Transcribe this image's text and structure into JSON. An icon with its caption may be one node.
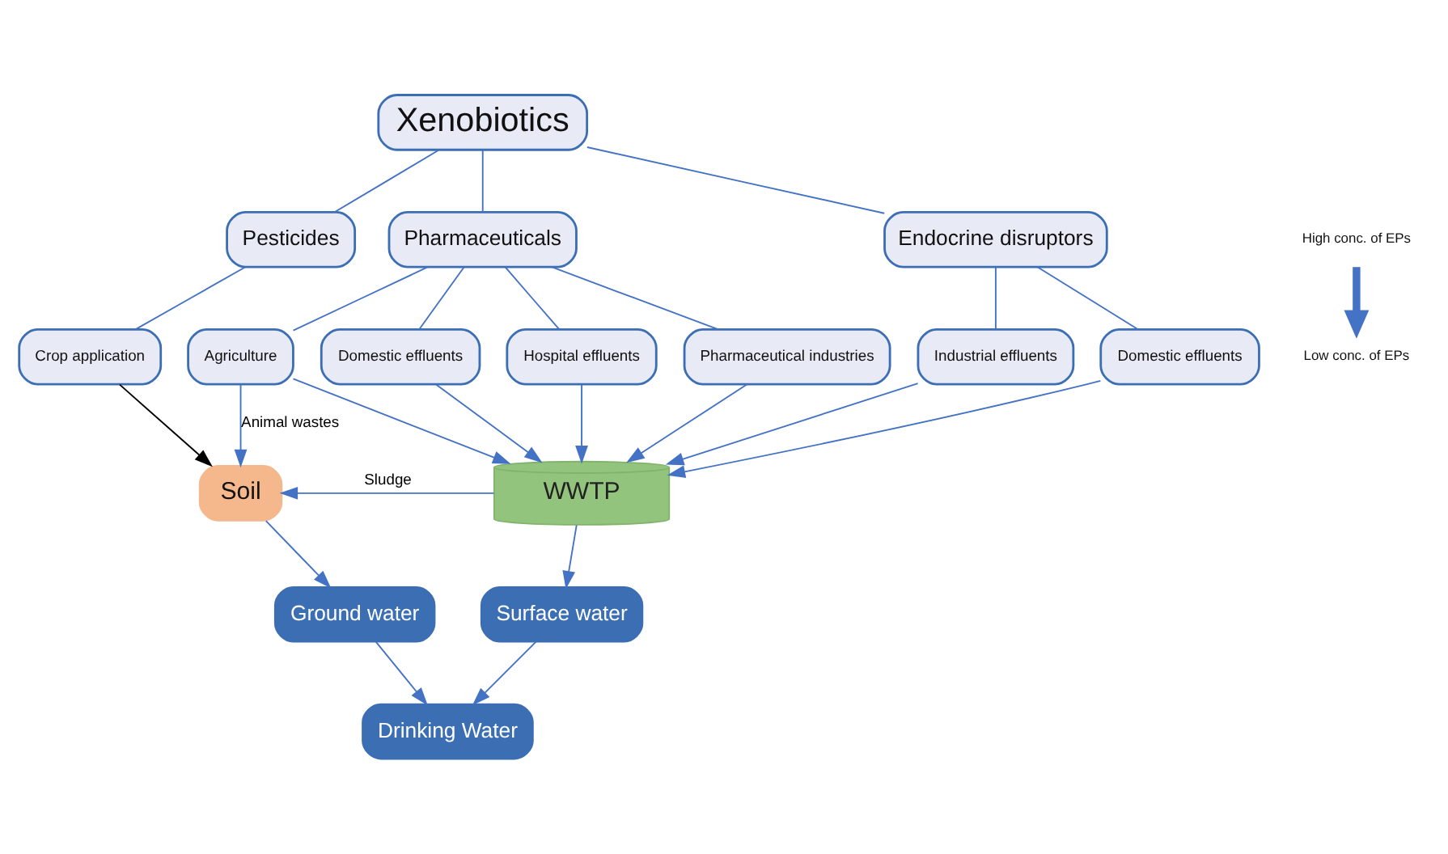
{
  "diagram": {
    "nodes": [
      {
        "text": [
          "Xenobiotics"
        ]
      },
      {
        "text": [
          "Pesticides"
        ]
      },
      {
        "text": [
          "Pharmaceuticals"
        ]
      },
      {
        "text": [
          "Endocrine disruptors"
        ]
      },
      {
        "text": [
          "Crop application"
        ]
      },
      {
        "text": [
          "Agriculture"
        ]
      },
      {
        "text": [
          "Domestic effluents"
        ]
      },
      {
        "text": [
          "Hospital effluents"
        ]
      },
      {
        "text": [
          "Pharmaceutical industries"
        ]
      },
      {
        "text": [
          "Industrial effluents"
        ]
      },
      {
        "text": [
          "Domestic effluents"
        ]
      },
      {
        "text": [
          "Soil"
        ]
      },
      {
        "text": [
          "WWTP"
        ]
      },
      {
        "text": [
          "Ground water"
        ]
      },
      {
        "text": [
          "Surface water"
        ]
      },
      {
        "text": [
          "Drinking Water"
        ]
      },
      {
        "text": [
          "High conc. of EPs"
        ]
      },
      {
        "text": [
          "Low conc. of EPs"
        ]
      }
    ],
    "edges": [
      {
        "from": 0,
        "to": 1,
        "arrow": "none"
      },
      {
        "from": 0,
        "to": 2,
        "arrow": "none"
      },
      {
        "from": 0,
        "to": 3,
        "arrow": "none"
      },
      {
        "from": 1,
        "to": 4,
        "arrow": "none"
      },
      {
        "from": 2,
        "to": 5,
        "arrow": "none"
      },
      {
        "from": 2,
        "to": 6,
        "arrow": "none"
      },
      {
        "from": 2,
        "to": 7,
        "arrow": "none"
      },
      {
        "from": 2,
        "to": 8,
        "arrow": "none"
      },
      {
        "from": 3,
        "to": 9,
        "arrow": "none"
      },
      {
        "from": 3,
        "to": 10,
        "arrow": "none"
      },
      {
        "from": 4,
        "to": 11,
        "arrow": "to",
        "color": "#000000"
      },
      {
        "from": 5,
        "to": 11,
        "arrow": "to",
        "label": "Animal wastes"
      },
      {
        "from": 5,
        "to": 12,
        "arrow": "to"
      },
      {
        "from": 6,
        "to": 12,
        "arrow": "to"
      },
      {
        "from": 7,
        "to": 12,
        "arrow": "to"
      },
      {
        "from": 8,
        "to": 12,
        "arrow": "to"
      },
      {
        "from": 9,
        "to": 12,
        "arrow": "to"
      },
      {
        "from": 10,
        "to": 12,
        "arrow": "to"
      },
      {
        "from": 12,
        "to": 11,
        "arrow": "to",
        "label": "Sludge"
      },
      {
        "from": 11,
        "to": 13,
        "arrow": "to"
      },
      {
        "from": 12,
        "to": 14,
        "arrow": "to"
      },
      {
        "from": 13,
        "to": 15,
        "arrow": "to"
      },
      {
        "from": 14,
        "to": 15,
        "arrow": "to"
      },
      {
        "from": 16,
        "to": 17,
        "arrow": "to",
        "style": "thick"
      }
    ]
  }
}
